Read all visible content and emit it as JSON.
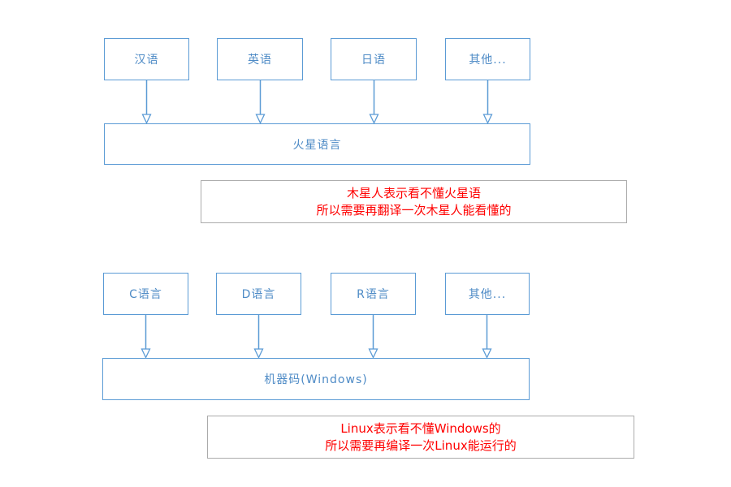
{
  "colors": {
    "box_border": "#5B9BD5",
    "box_text": "#4E8BC6",
    "note_border": "#ABABAB",
    "note_text": "#FF0000",
    "background": "#FFFFFF"
  },
  "language_diagram": {
    "sources": [
      "汉语",
      "英语",
      "日语",
      "其他..."
    ],
    "target": "火星语言",
    "note_line1": "木星人表示看不懂火星语",
    "note_line2": "所以需要再翻译一次木星人能看懂的"
  },
  "compiler_diagram": {
    "sources": [
      "C语言",
      "D语言",
      "R语言",
      "其他..."
    ],
    "target": "机器码(Windows)",
    "note_line1": "Linux表示看不懂Windows的",
    "note_line2": "所以需要再编译一次Linux能运行的"
  }
}
